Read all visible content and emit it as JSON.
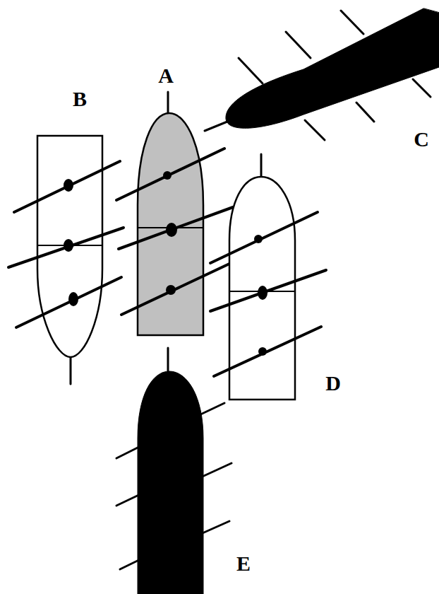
{
  "diagram": {
    "labels": [
      "B",
      "A",
      "C",
      "D",
      "E"
    ]
  }
}
